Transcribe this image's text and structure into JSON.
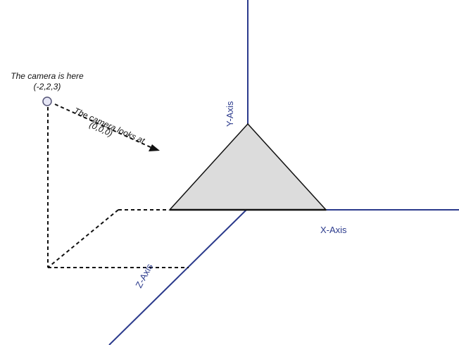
{
  "axes": {
    "x_label": "X-Axis",
    "y_label": "Y-Axis",
    "z_label": "Z-Axis"
  },
  "camera": {
    "position_label": "The camera is here",
    "position_coords": "(-2,2,3)",
    "target_label": "The camera looks at",
    "target_coords": "(0,0,0)"
  },
  "colors": {
    "axis": "#2b3a8c",
    "triangle_fill": "#dcdcdc",
    "camera_fill": "#e6e6f5",
    "camera_stroke": "#555577"
  }
}
